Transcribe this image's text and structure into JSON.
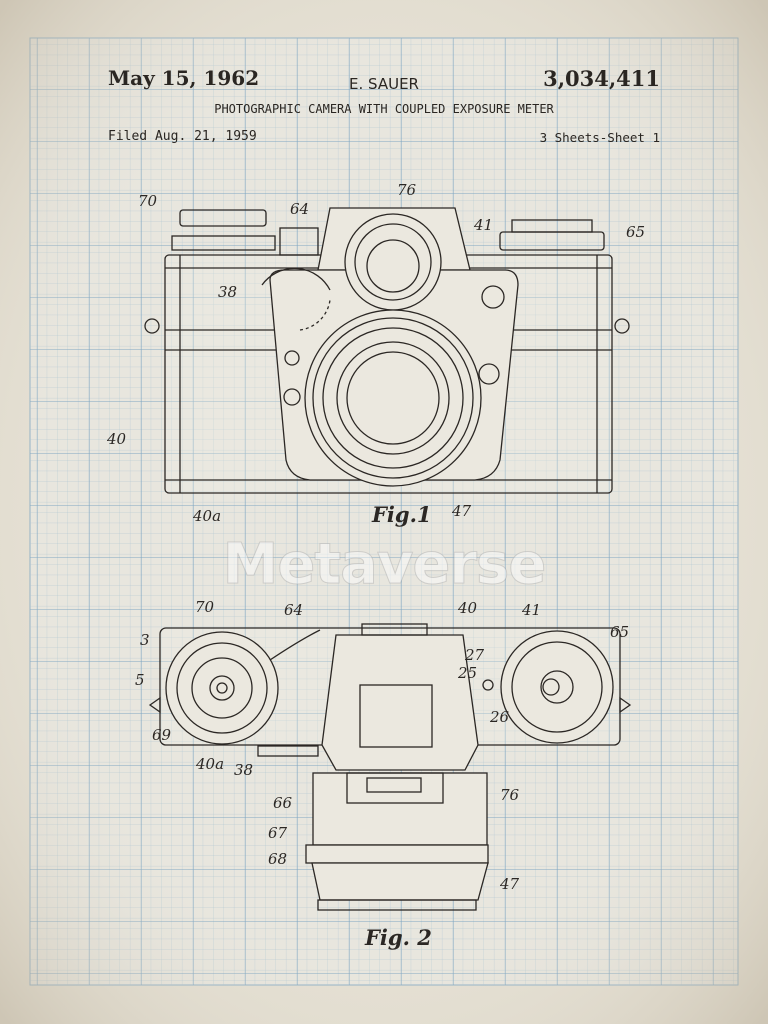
{
  "header": {
    "date": "May 15, 1962",
    "inventor": "E. SAUER",
    "patent_number": "3,034,411",
    "title": "PHOTOGRAPHIC CAMERA WITH COUPLED EXPOSURE METER",
    "filed": "Filed Aug. 21, 1959",
    "sheets": "3 Sheets-Sheet 1"
  },
  "figure1": {
    "caption": "Fig.1",
    "refs": {
      "r70": "70",
      "r64": "64",
      "r76": "76",
      "r41": "41",
      "r65": "65",
      "r38": "38",
      "r40": "40",
      "r40a": "40a",
      "r47": "47"
    }
  },
  "figure2": {
    "caption": "Fig. 2",
    "refs": {
      "r70": "70",
      "r64": "64",
      "r40": "40",
      "r41": "41",
      "r65": "65",
      "r3": "3",
      "r5": "5",
      "r27": "27",
      "r25": "25",
      "r26": "26",
      "r69": "69",
      "r40a": "40a",
      "r38": "38",
      "r66": "66",
      "r76": "76",
      "r67": "67",
      "r68": "68",
      "r47": "47"
    }
  },
  "watermark": "Metaverse",
  "colors": {
    "paper": "#e4dfd2",
    "grid": "#8fb0c6",
    "ink": "#2b2724"
  }
}
